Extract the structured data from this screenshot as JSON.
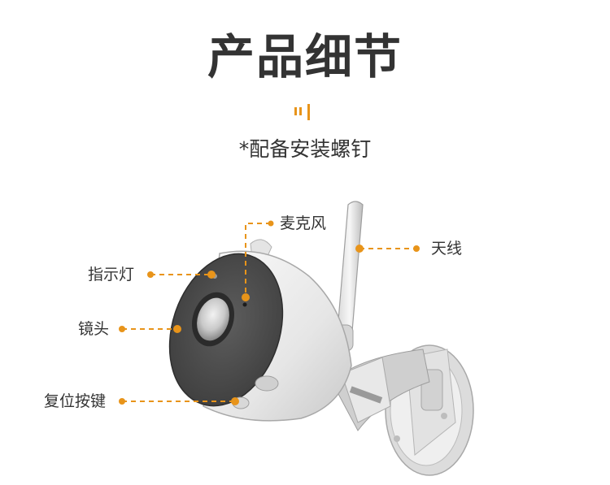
{
  "title": "产品细节",
  "subtitle": "*配备安装螺钉",
  "accent_color": "#e8941a",
  "callouts": {
    "microphone": "麦克风",
    "antenna": "天线",
    "indicator_light": "指示灯",
    "lens": "镜头",
    "reset_button": "复位按键"
  }
}
